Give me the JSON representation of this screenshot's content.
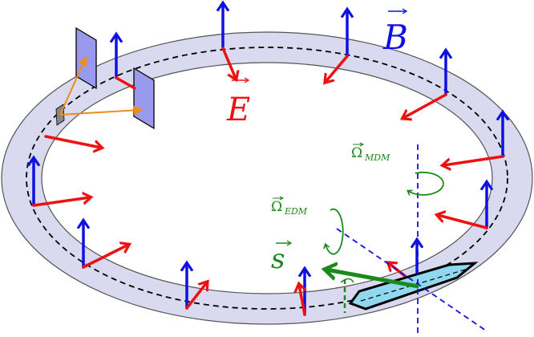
{
  "labels": {
    "E": "E",
    "B": "B",
    "s": "s",
    "omega_mdm": "Ω",
    "omega_mdm_sub": "MDM",
    "omega_edm": "Ω",
    "omega_edm_sub": "EDM"
  },
  "colors": {
    "ring_fill": "#d9d9f0",
    "ring_stroke": "#555555",
    "B_field": "#1010e0",
    "E_field": "#ee1111",
    "spin": "#1a8a1a",
    "beam_fill": "#8fd8f0",
    "detector_fill": "#9999ee",
    "target_fill": "#888888",
    "trajectory": "#f08c1c"
  }
}
